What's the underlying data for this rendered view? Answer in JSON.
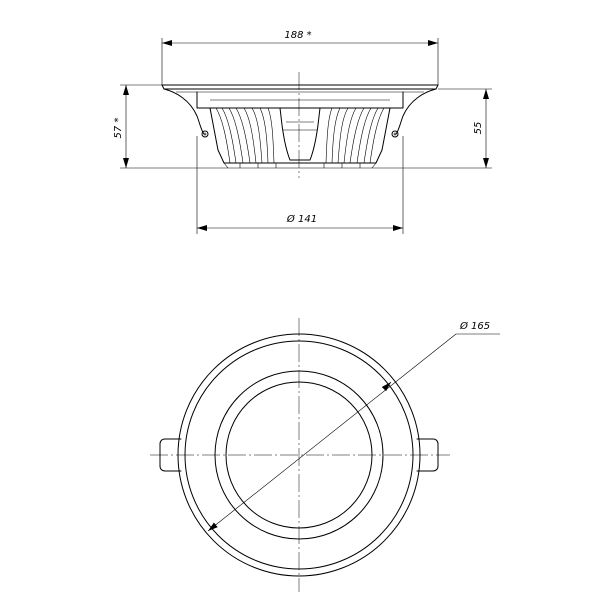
{
  "dimensions": {
    "overall_width": "188 *",
    "overall_height": "57 *",
    "body_height": "55",
    "body_diameter": "Ø 141",
    "cutout_diameter": "Ø 165"
  }
}
